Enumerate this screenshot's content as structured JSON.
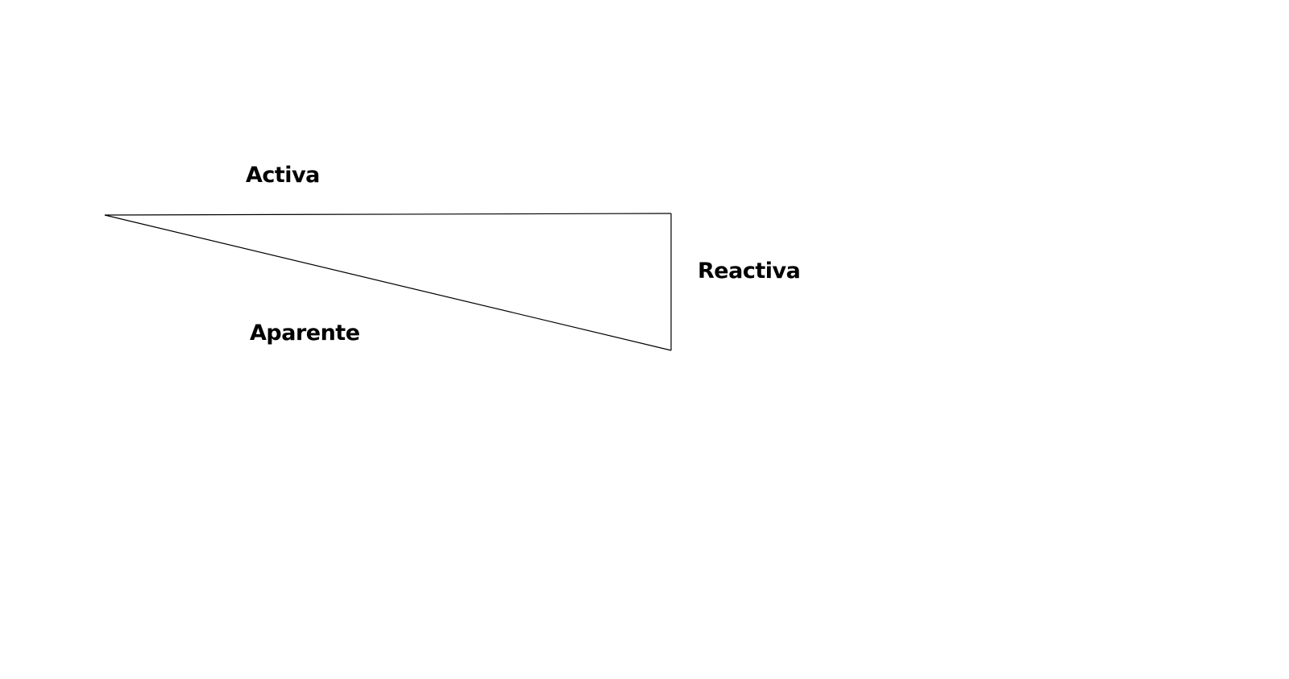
{
  "diagram": {
    "title": "Power triangle",
    "labels": {
      "active": "Activa",
      "reactive": "Reactiva",
      "apparent": "Aparente"
    },
    "colors": {
      "line": "#000000",
      "background": "#ffffff"
    }
  }
}
